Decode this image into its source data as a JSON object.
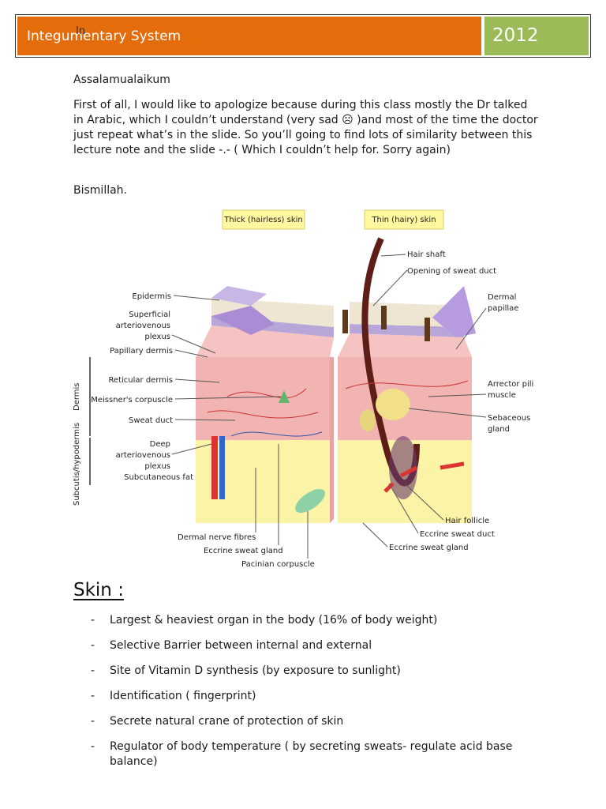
{
  "header": {
    "title": "Integumentary System",
    "overlap_text": "In",
    "year": "2012",
    "colors": {
      "title_bg": "#e46c0a",
      "year_bg": "#9bbb59"
    }
  },
  "greeting": "Assalamualaikum",
  "intro": "First of all, I would like to apologize because during this class mostly the Dr talked in Arabic, which I couldn’t understand (very sad ☹ )and most of the time the doctor just repeat what’s in the slide. So you’ll going to find lots of similarity between this lecture note and the slide -.- ( Which I couldn’t help for. Sorry again)",
  "bismillah": "Bismillah.",
  "figure": {
    "panel_left": "Thick (hairless) skin",
    "panel_right": "Thin (hairy) skin",
    "side_labels": {
      "dermis": "Dermis",
      "subcutis": "Subcutis/hypodermis"
    },
    "left_labels": [
      "Epidermis",
      "Superficial",
      "arteriovenous",
      "plexus",
      "Papillary dermis",
      "Reticular dermis",
      "Meissner's corpuscle",
      "Sweat duct",
      "Deep",
      "arteriovenous",
      "plexus",
      "Subcutaneous fat"
    ],
    "bottom_labels": [
      "Dermal nerve fibres",
      "Eccrine sweat gland",
      "Pacinian corpuscle"
    ],
    "right_labels": [
      "Hair shaft",
      "Opening of sweat duct",
      "Dermal",
      "papillae",
      "Arrector pili",
      "muscle",
      "Sebaceous",
      "gland",
      "Hair follicle",
      "Eccrine sweat duct",
      "Eccrine sweat gland"
    ]
  },
  "skin_heading": "Skin :",
  "bullets": [
    "Largest & heaviest organ in the body (16% of body weight)",
    " Selective Barrier between internal and external",
    "Site of Vitamin D synthesis (by exposure to sunlight)",
    "Identification ( fingerprint)",
    "Secrete natural  crane of protection of skin",
    "Regulator of body temperature ( by secreting sweats- regulate acid base balance)"
  ],
  "bullet_marker": "-"
}
